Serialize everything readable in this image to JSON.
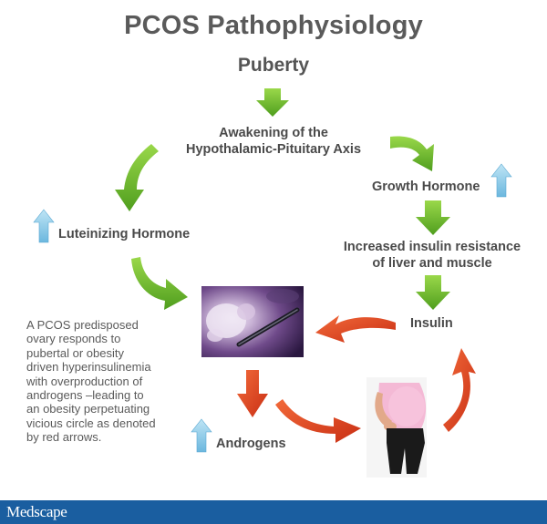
{
  "title": "PCOS Pathophysiology",
  "nodes": {
    "puberty": "Puberty",
    "awakening_line1": "Awakening of the",
    "awakening_line2": "Hypothalamic-Pituitary Axis",
    "growth_hormone": "Growth Hormone",
    "luteinizing_hormone": "Luteinizing Hormone",
    "insulin_resistance_line1": "Increased insulin resistance",
    "insulin_resistance_line2": "of liver and muscle",
    "insulin": "Insulin",
    "androgens": "Androgens"
  },
  "description": [
    "A PCOS predisposed",
    "ovary responds to",
    "pubertal or obesity",
    "driven hyperinsulinemia",
    "with overproduction of",
    "androgens –leading to",
    "an obesity perpetuating",
    "vicious circle as denoted",
    "by red arrows."
  ],
  "footer": {
    "brand": "Medscape"
  },
  "colors": {
    "green_arrow": "#6cbf2e",
    "red_arrow": "#e0401f",
    "blue_up_arrow": "#8ccbe8",
    "footer_bar": "#1a5ea0"
  },
  "icons": {
    "increase_indicator": "up-arrow-icon",
    "ovary_image": "ovary-photo",
    "person_image": "obese-person-figure"
  }
}
